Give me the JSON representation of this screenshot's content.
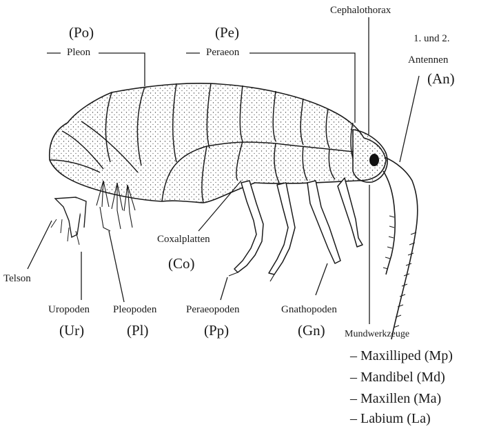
{
  "colors": {
    "ink": "#1a1a1a",
    "paper": "#ffffff",
    "stipple": "#444444"
  },
  "labels": {
    "cephalothorax": "Cephalothorax",
    "po_abbr": "(Po)",
    "pe_abbr": "(Pe)",
    "pleon": "Pleon",
    "peraeon": "Peraeon",
    "antennen_line1": "1. und 2.",
    "antennen_line2": "Antennen",
    "an_abbr": "(An)",
    "coxalplatten": "Coxalplatten",
    "co_abbr": "(Co)",
    "telson": "Telson",
    "uropoden": "Uropoden",
    "ur_abbr": "(Ur)",
    "pleopoden": "Pleopoden",
    "pl_abbr": "(Pl)",
    "peraeopoden": "Peraeopoden",
    "pp_abbr": "(Pp)",
    "gnathopoden": "Gnathopoden",
    "gn_abbr": "(Gn)",
    "mundwerkzeuge": "Mundwerkzeuge"
  },
  "mouthparts": [
    {
      "text": "– Maxilliped (Mp)"
    },
    {
      "text": "– Mandibel (Md)"
    },
    {
      "text": "– Maxillen (Ma)"
    },
    {
      "text": "– Labium (La)"
    }
  ]
}
